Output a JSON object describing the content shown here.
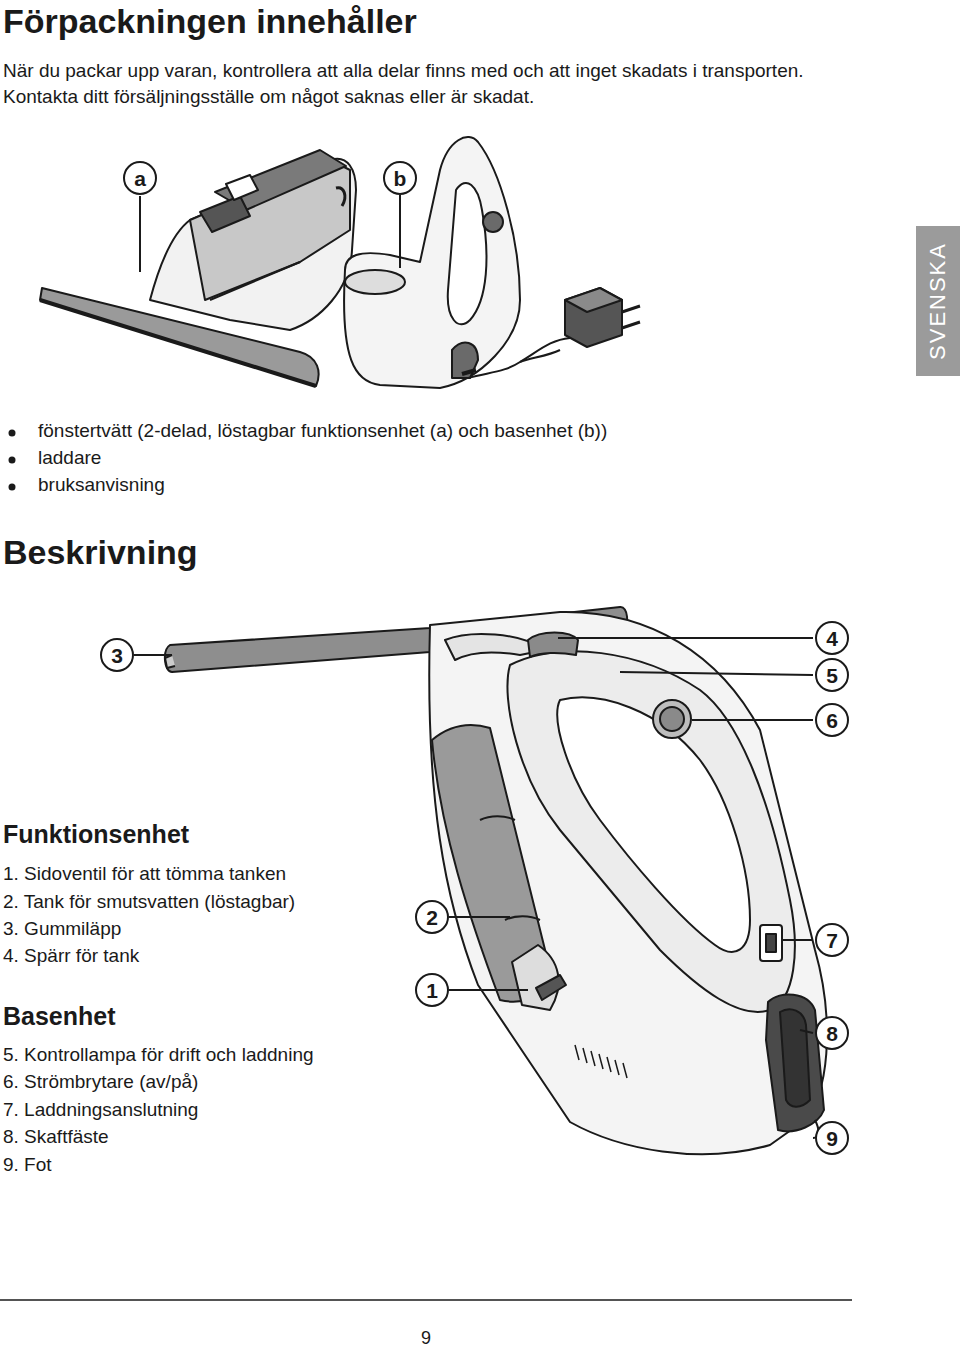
{
  "diagram": {
    "title": "Förpackningen innehåller",
    "nodes": [
      {
        "text": [
          "SVENSKA"
        ]
      },
      {
        "text": [
          "a"
        ]
      },
      {
        "text": [
          "b"
        ]
      },
      {
        "text": [
          "3"
        ]
      },
      {
        "text": [
          "4"
        ]
      },
      {
        "text": [
          "5"
        ]
      },
      {
        "text": [
          "6"
        ]
      },
      {
        "text": [
          "2"
        ]
      },
      {
        "text": [
          "1"
        ]
      },
      {
        "text": [
          "7"
        ]
      },
      {
        "text": [
          "8"
        ]
      },
      {
        "text": [
          "9"
        ]
      }
    ],
    "labels": [
      "När du packar upp varan, kontrollera att alla delar finns med och att inget skadats i transporten. Kontakta ditt försäljningsställe om något saknas eller är skadat.",
      "fönstertvätt (2-delad, löstagbar funktionsenhet (a) och basenhet (b))",
      "laddare",
      "bruksanvisning",
      "Beskrivning",
      "Funktionsenhet",
      "1. Sidoventil för att tömma tanken",
      "2. Tank för smutsvatten (löstagbar)",
      "3. Gummiläpp",
      "4. Spärr för tank",
      "Basenhet",
      "5. Kontrollampa för drift och laddning",
      "6. Strömbrytare (av/på)",
      "7. Laddningsanslutning",
      "8. Skaftfäste",
      "9. Fot",
      "9"
    ]
  }
}
